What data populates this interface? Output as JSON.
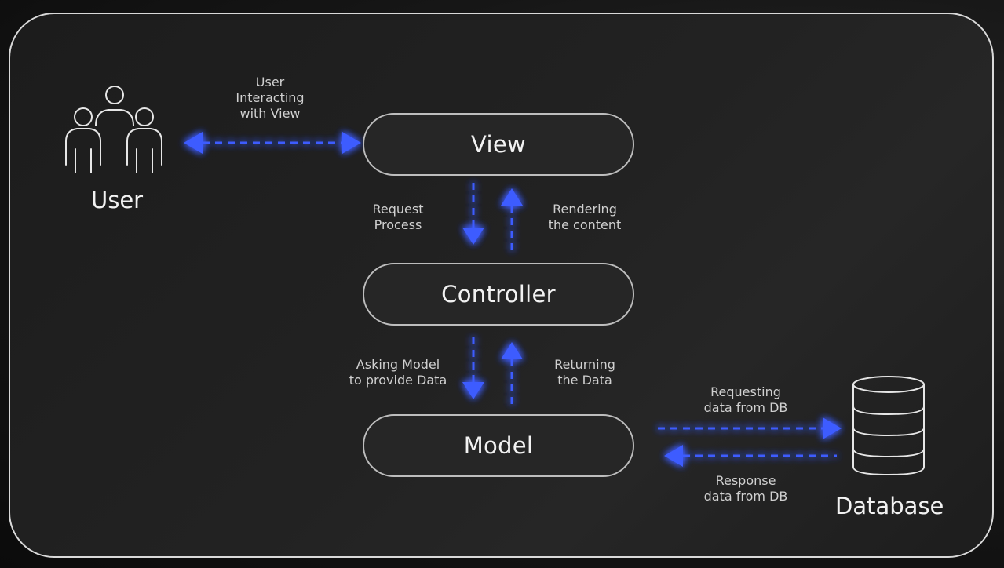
{
  "nodes": {
    "view": "View",
    "controller": "Controller",
    "model": "Model"
  },
  "actors": {
    "user": "User",
    "database": "Database"
  },
  "edges": {
    "user_view": [
      "User",
      "Interacting",
      "with View"
    ],
    "request_process": [
      "Request",
      "Process"
    ],
    "rendering_content": [
      "Rendering",
      "the content"
    ],
    "asking_model": [
      "Asking Model",
      "to provide Data"
    ],
    "returning_data": [
      "Returning",
      "the Data"
    ],
    "requesting_db": [
      "Requesting",
      "data from DB"
    ],
    "response_db": [
      "Response",
      "data from DB"
    ]
  },
  "colors": {
    "arrow": "#3d5bff",
    "arrow_glow": "#2f4dff",
    "frame": "#d9d9d9",
    "pill_border": "#bdbdbd",
    "text": "#f2f2f2"
  }
}
